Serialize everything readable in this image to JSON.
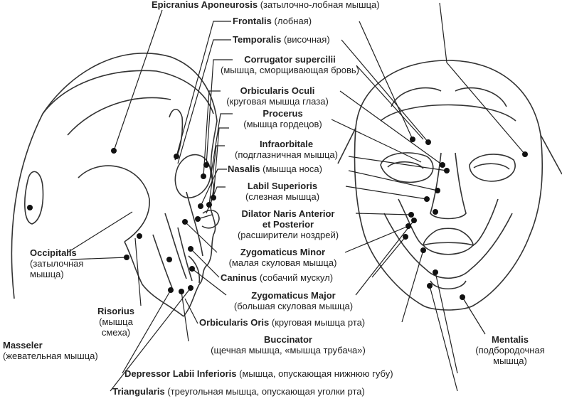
{
  "labels": {
    "epicranius": {
      "name": "Epicranius Aponeurosis",
      "ru": "(затылочно-лобная мышца)"
    },
    "frontalis": {
      "name": "Frontalis",
      "ru": "(лобная)"
    },
    "temporalis": {
      "name": "Temporalis",
      "ru": "(височная)"
    },
    "corrugator": {
      "name": "Corrugator supercilii",
      "ru": "(мышца, сморщивающая бровь)"
    },
    "orbicularis_oculi": {
      "name": "Orbicularis Oculi",
      "ru": "(круговая мышца глаза)"
    },
    "procerus": {
      "name": "Procerus",
      "ru": "(мышца гордецов)"
    },
    "infraorbitale": {
      "name": "Infraorbitale",
      "ru": "(подглазничная мышца)"
    },
    "nasalis": {
      "name": "Nasalis",
      "ru": "(мышца носа)"
    },
    "labil_superioris": {
      "name": "Labil Superioris",
      "ru": "(слезная мышца)"
    },
    "dilator": {
      "name1": "Dilator Naris Anterior",
      "name2": "et Posterior",
      "ru": "(расширители ноздрей)"
    },
    "zygomaticus_minor": {
      "name": "Zygomaticus Minor",
      "ru": "(малая скуловая мышца)"
    },
    "caninus": {
      "name": "Caninus",
      "ru": "(собачий мускул)"
    },
    "zygomaticus_major": {
      "name": "Zygomaticus Major",
      "ru": "(большая скуловая мышца)"
    },
    "orbicularis_oris": {
      "name": "Orbicularis Oris",
      "ru": "(круговая мышца рта)"
    },
    "buccinator": {
      "name": "Buccinator",
      "ru": "(щечная мышца, «мышца трубача»)"
    },
    "depressor": {
      "name": "Depressor Labii Inferioris",
      "ru": "(мышца, опускающая нижнюю губу)"
    },
    "triangularis": {
      "name": "Triangularis",
      "ru": "(треугольная мышца, опускающая уголки рта)"
    },
    "occipitalis": {
      "name": "Occipitalis",
      "ru1": "(затылочная",
      "ru2": "мышца)"
    },
    "risorius": {
      "name": "Risorius",
      "ru1": "(мышца",
      "ru2": "смеха)"
    },
    "masseler": {
      "name": "Masseler",
      "ru": "(жевательная мышца)"
    },
    "mentalis": {
      "name": "Mentalis",
      "ru1": "(подбородочная",
      "ru2": "мышца)"
    }
  }
}
